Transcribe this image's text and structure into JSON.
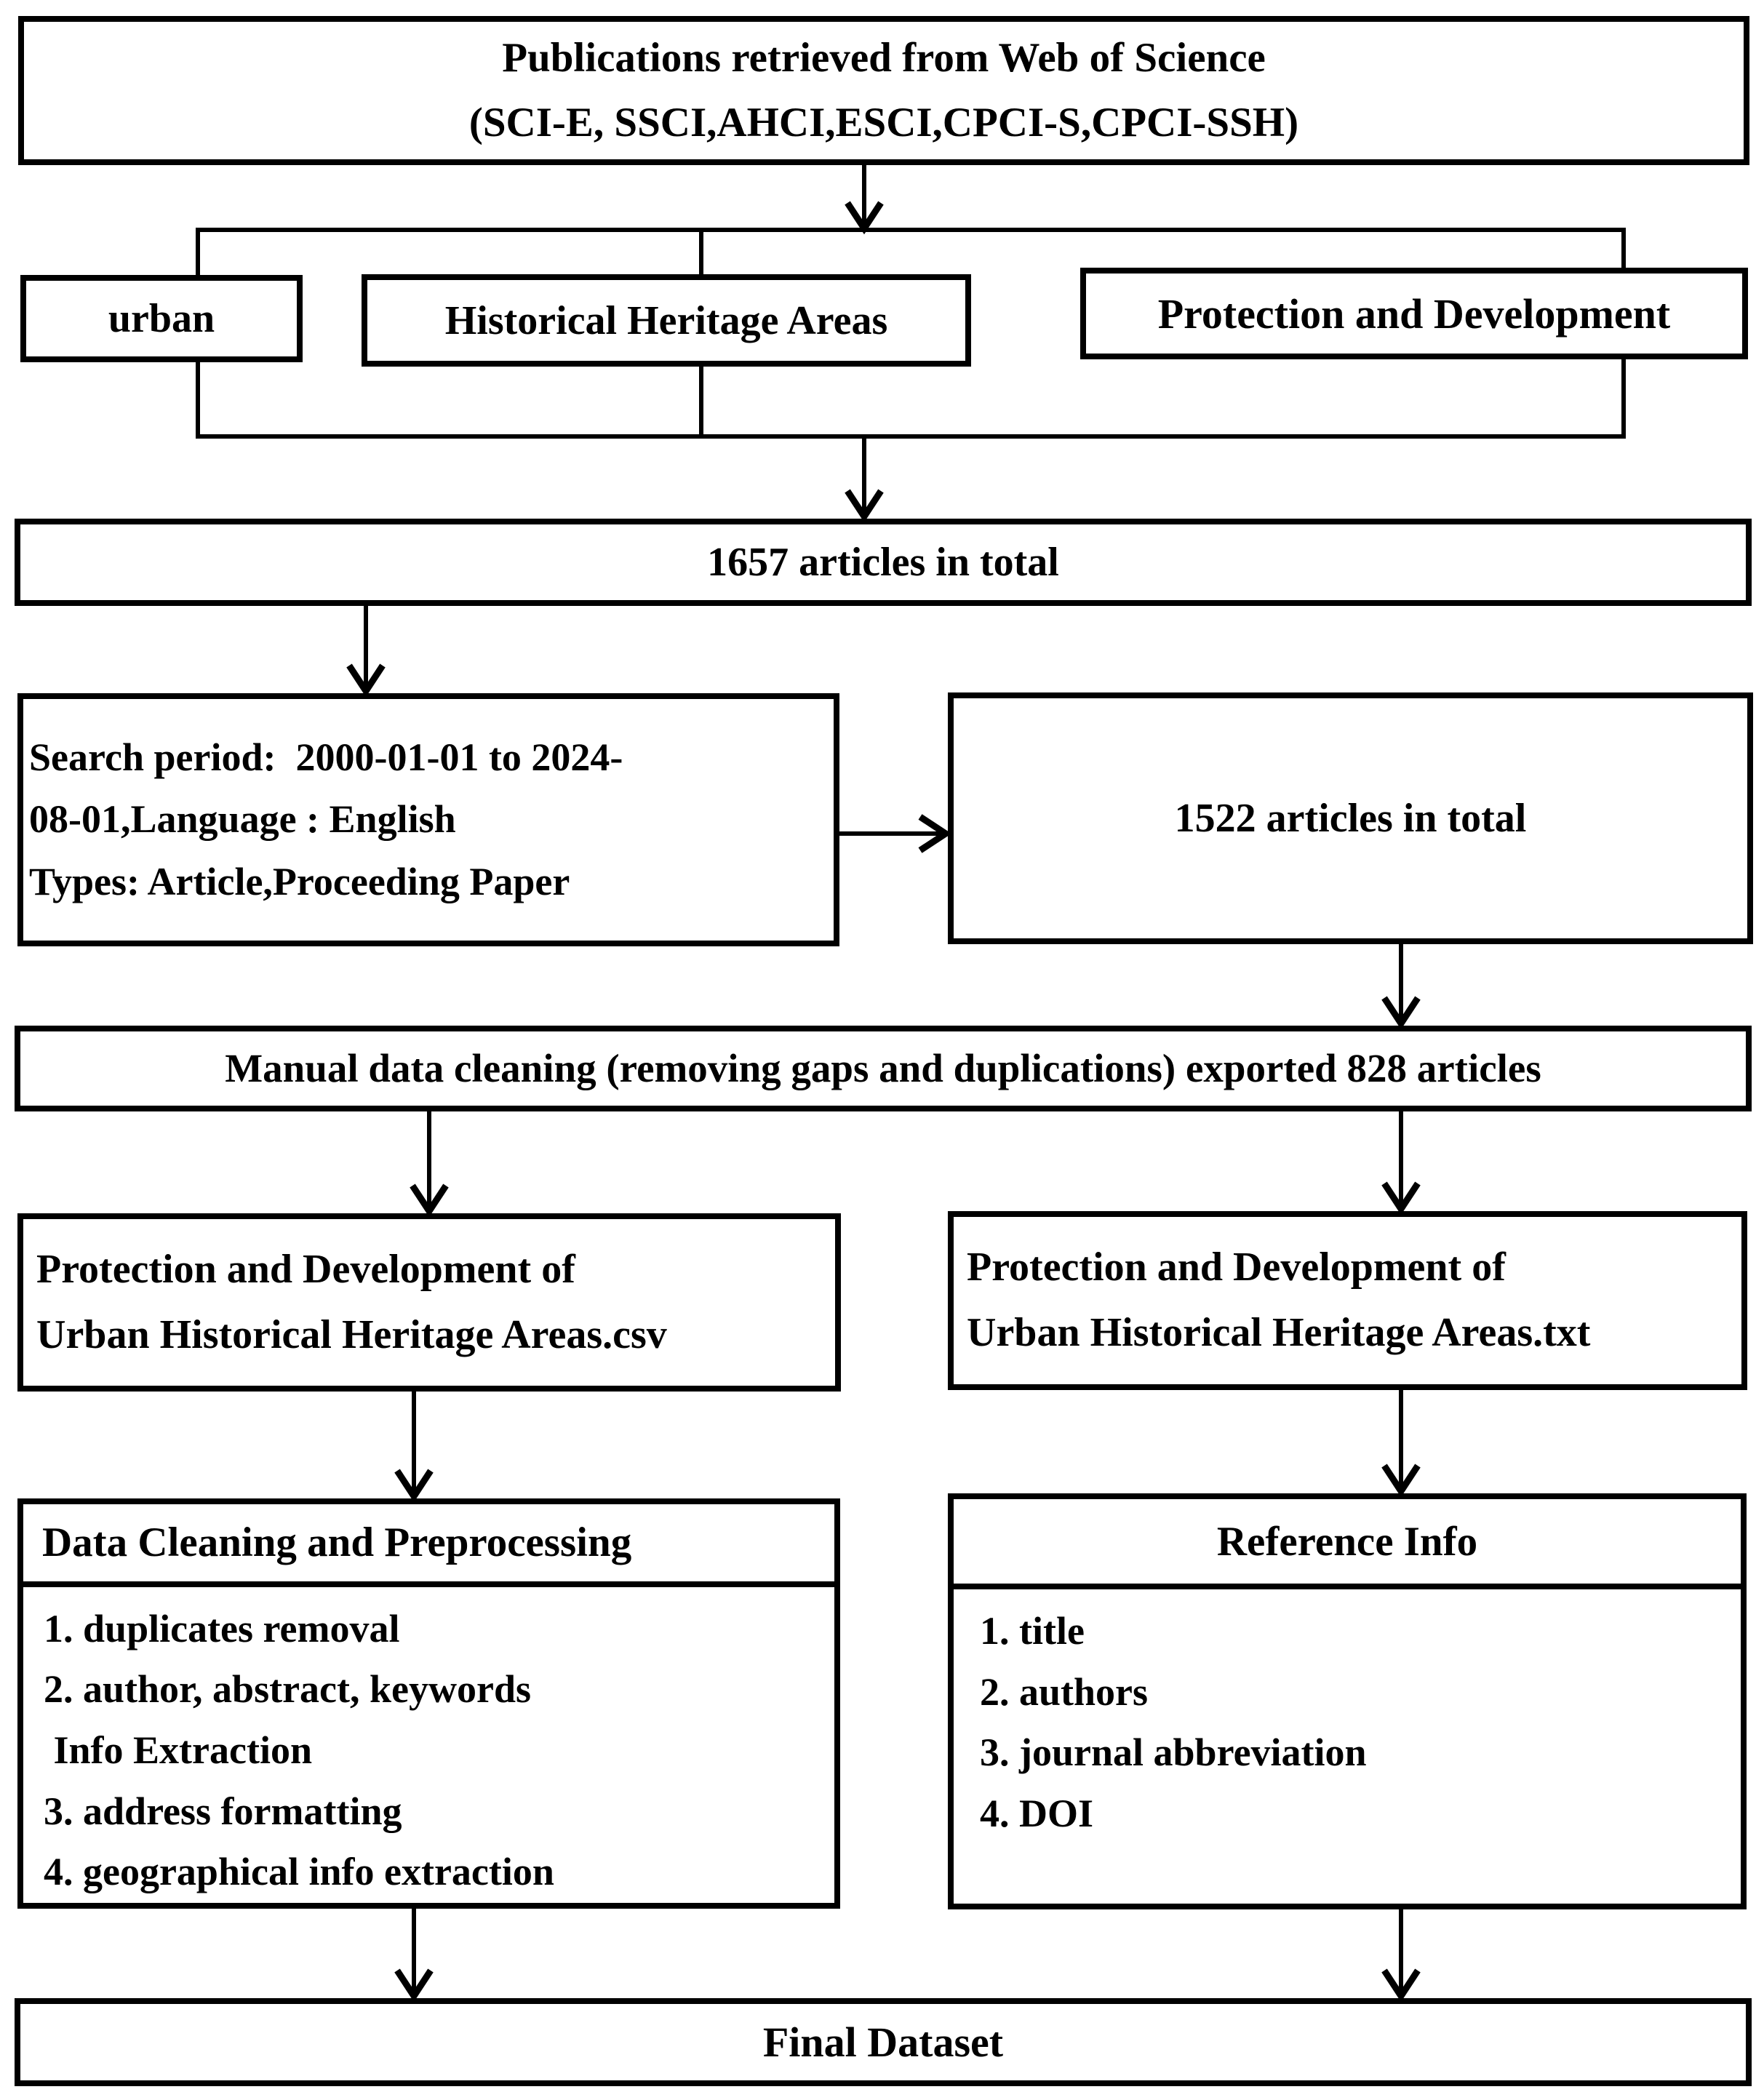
{
  "diagram": {
    "background_color": "#ffffff",
    "line_color": "#000000",
    "source_box": {
      "line1": "Publications retrieved from Web of Science",
      "line2": "(SCI-E, SSCI,AHCI,ESCI,CPCI-S,CPCI-SSH)"
    },
    "keyword_boxes": [
      {
        "label": "urban"
      },
      {
        "label": "Historical Heritage Areas"
      },
      {
        "label": "Protection and Development"
      }
    ],
    "total_box_1657": {
      "label": "1657 articles in total"
    },
    "filter_box": {
      "line1": "Search period:  2000-01-01 to 2024-",
      "line2": "08-01,Language : English",
      "line3": "Types: Article,Proceeding Paper"
    },
    "total_box_1522": {
      "label": "1522 articles in total"
    },
    "manual_cleaning_bar": {
      "label": "Manual data cleaning (removing gaps and duplications) exported 828 articles"
    },
    "csv_box": {
      "line1": "Protection and Development of",
      "line2": "Urban Historical Heritage Areas.csv"
    },
    "txt_box": {
      "line1": "Protection and Development of",
      "line2": "Urban Historical Heritage Areas.txt"
    },
    "preprocessing_box": {
      "header": "Data Cleaning and Preprocessing",
      "items": [
        "1. duplicates removal",
        "2. author, abstract, keywords",
        " Info Extraction",
        "3. address formatting",
        "4. geographical info extraction"
      ]
    },
    "reference_box": {
      "header": "Reference Info",
      "items": [
        "1. title",
        "2. authors",
        "3. journal abbreviation",
        "4. DOI"
      ]
    },
    "final_bar": {
      "label": "Final Dataset"
    }
  }
}
